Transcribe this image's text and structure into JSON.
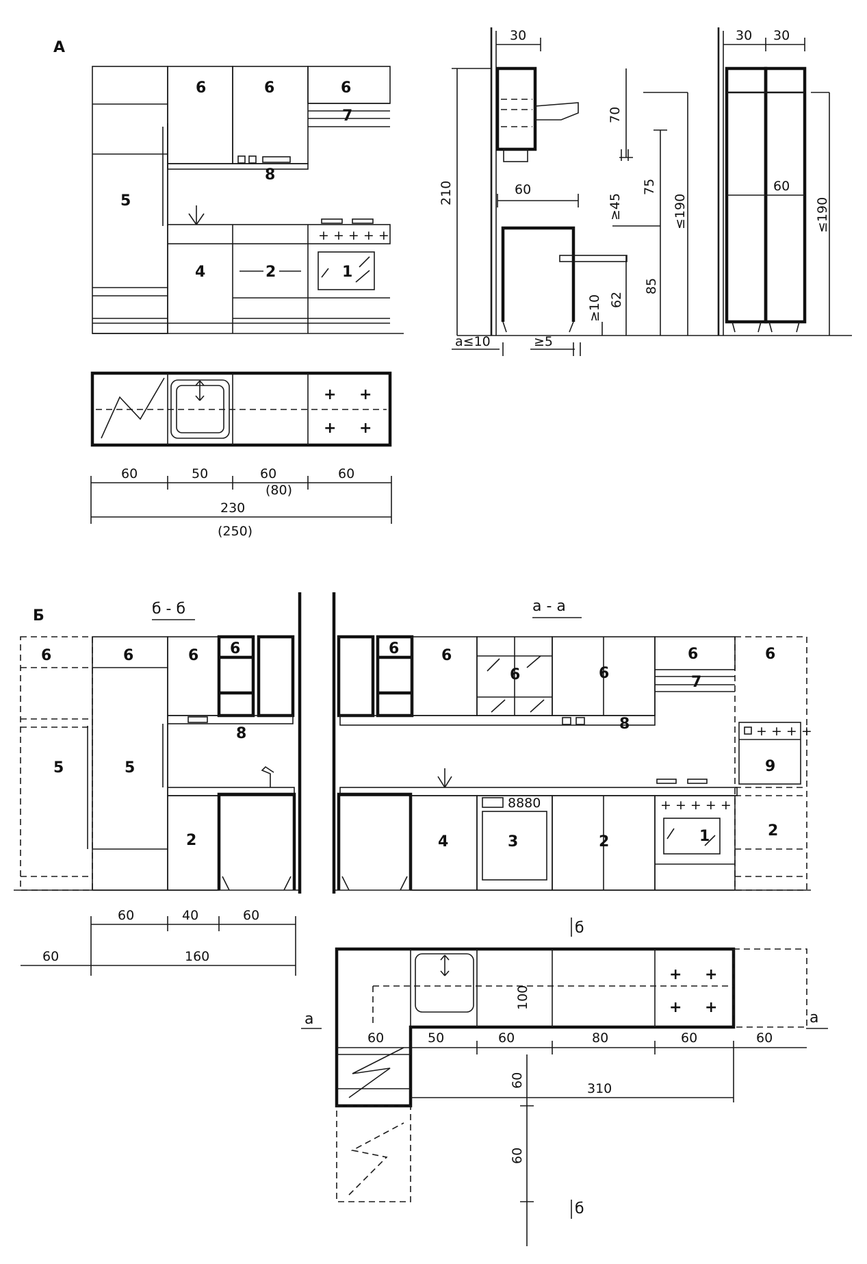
{
  "panelA": {
    "label": "A",
    "elevation": {
      "n6a": "6",
      "n6b": "6",
      "n6c": "6",
      "n7": "7",
      "n8": "8",
      "n5": "5",
      "n4": "4",
      "n2": "2",
      "n1": "1"
    },
    "dims": {
      "d60a": "60",
      "d50": "50",
      "d60b": "60",
      "d80": "(80)",
      "d60c": "60",
      "d230": "230",
      "d250": "(250)"
    }
  },
  "section": {
    "d30a": "30",
    "d30b": "30",
    "d30c": "30",
    "d210": "210",
    "d60a": "60",
    "d70": "70",
    "d75": "75",
    "d45": "≥45",
    "d190a": "≤190",
    "d85": "85",
    "d62": "62",
    "d10": "≥10",
    "da10": "a≤10",
    "d5": "≥5",
    "d60b": "60",
    "d190b": "≤190"
  },
  "panelB": {
    "label": "Б",
    "titleBB": "б - б",
    "titleAA": "а - а",
    "left": {
      "n6a": "6",
      "n6b": "6",
      "n6c": "6",
      "n6d": "6",
      "n8": "8",
      "n5a": "5",
      "n5b": "5",
      "n2": "2"
    },
    "right": {
      "n6a": "6",
      "n6b": "6",
      "n6c": "6",
      "n6d": "6",
      "n6e": "6",
      "n6f": "6",
      "n7": "7",
      "n8": "8",
      "n9": "9",
      "n4": "4",
      "n3": "3",
      "n2a": "2",
      "n1": "1",
      "n2b": "2",
      "display": "8880"
    },
    "dimsLeft": {
      "d60a": "60",
      "d40": "40",
      "d60b": "60",
      "d60c": "60",
      "d160": "160"
    },
    "plan": {
      "cut1": "б",
      "cut2": "б",
      "cutA1": "а",
      "cutA2": "а",
      "d100": "100",
      "d60a": "60",
      "d50": "50",
      "d60b": "60",
      "d80": "80",
      "d60c": "60",
      "d60d": "60",
      "d310": "310",
      "d60v1": "60",
      "d60v2": "60"
    }
  }
}
